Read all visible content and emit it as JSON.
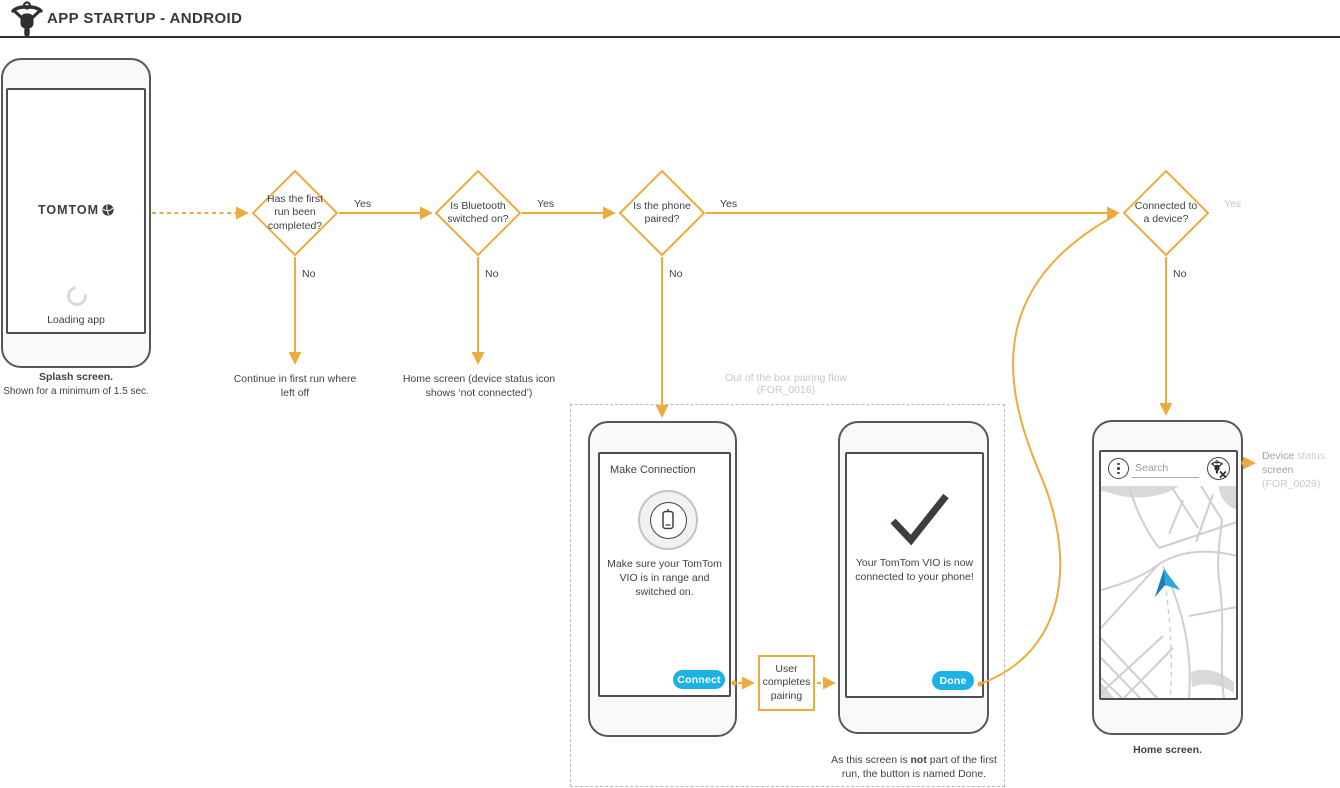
{
  "header": {
    "title": "APP STARTUP - ANDROID"
  },
  "splash_phone": {
    "logo": "TOMTOM",
    "loading_label": "Loading app",
    "caption_title": "Splash screen.",
    "caption_sub": "Shown for a minimum of 1.5 sec."
  },
  "flow": {
    "d1": {
      "label": "Has the first\nrun been\ncompleted?",
      "yes": "Yes",
      "no": "No",
      "no_caption": "Continue in first run where\nleft off"
    },
    "d2": {
      "label": "Is Bluetooth\nswitched on?",
      "yes": "Yes",
      "no": "No",
      "no_caption": "Home screen (device status icon\nshows ‘not connected’)"
    },
    "d3": {
      "label": "Is the phone\npaired?",
      "yes": "Yes",
      "no": "No"
    },
    "d4": {
      "label": "Connected to\na device?",
      "yes": "Yes",
      "no": "No"
    }
  },
  "pairing_flow_box": {
    "label": "Out of the box pairing flow\n(FOR_0016)"
  },
  "make_connection_phone": {
    "title": "Make Connection",
    "body": "Make sure your TomTom\nVIO is in range and\nswitched on.",
    "button": "Connect"
  },
  "user_pairing_step": {
    "label": "User\ncompletes\npairing"
  },
  "done_phone": {
    "body": "Your TomTom VIO is now\nconnected to your phone!",
    "button": "Done",
    "caption_part1": "As this screen is ",
    "caption_bold": "not",
    "caption_part2": " part of the first run, the button is named Done."
  },
  "home_phone": {
    "search_placeholder": "Search",
    "caption": "Home screen."
  },
  "device_status_note": {
    "word1": "Device",
    "word2": "status",
    "line2": "screen",
    "line3": "(FOR_0029)"
  },
  "colors": {
    "accent_orange": "#EBAC3D",
    "button_cyan": "#1CB2E5",
    "nav_arrow_blue": "#2FA7DB",
    "dark_text": "#3F4245"
  }
}
